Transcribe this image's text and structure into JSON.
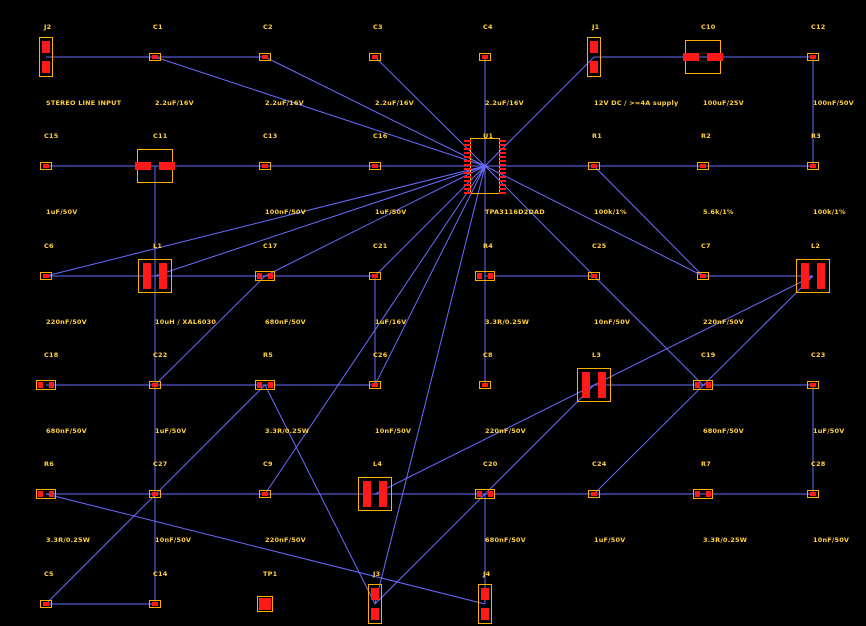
{
  "colors": {
    "background": "#000000",
    "ratsnest": "#6a6cff",
    "silkscreen": "#ffd23f",
    "outline": "#ffb000",
    "pad": "#ff1a1a"
  },
  "components": [
    {
      "ref": "J2",
      "value": "STEREO LINE INPUT"
    },
    {
      "ref": "C1",
      "value": "2.2uF/16V"
    },
    {
      "ref": "C2",
      "value": "2.2uF/16V"
    },
    {
      "ref": "C3",
      "value": "2.2uF/16V"
    },
    {
      "ref": "C4",
      "value": "2.2uF/16V"
    },
    {
      "ref": "J1",
      "value": "12V DC / >=4A supply"
    },
    {
      "ref": "C10",
      "value": "100uF/25V"
    },
    {
      "ref": "C12",
      "value": "100nF/50V"
    },
    {
      "ref": "C15",
      "value": "1uF/50V"
    },
    {
      "ref": "C11",
      "value": ""
    },
    {
      "ref": "C13",
      "value": "100nF/50V"
    },
    {
      "ref": "C16",
      "value": "1uF/50V"
    },
    {
      "ref": "U1",
      "value": "TPA3116D2DAD"
    },
    {
      "ref": "R1",
      "value": "100k/1%"
    },
    {
      "ref": "R2",
      "value": "5.6k/1%"
    },
    {
      "ref": "R3",
      "value": "100k/1%"
    },
    {
      "ref": "C6",
      "value": "220nF/50V"
    },
    {
      "ref": "L1",
      "value": "10uH / XAL6030"
    },
    {
      "ref": "C17",
      "value": "680nF/50V"
    },
    {
      "ref": "C21",
      "value": "1uF/16V"
    },
    {
      "ref": "R4",
      "value": "3.3R/0.25W"
    },
    {
      "ref": "C25",
      "value": "10nF/50V"
    },
    {
      "ref": "C7",
      "value": "220nF/50V"
    },
    {
      "ref": "L2",
      "value": ""
    },
    {
      "ref": "C18",
      "value": "680nF/50V"
    },
    {
      "ref": "C22",
      "value": "1uF/50V"
    },
    {
      "ref": "R5",
      "value": "3.3R/0.25W"
    },
    {
      "ref": "C26",
      "value": "10nF/50V"
    },
    {
      "ref": "C8",
      "value": "220nF/50V"
    },
    {
      "ref": "L3",
      "value": ""
    },
    {
      "ref": "C19",
      "value": "680nF/50V"
    },
    {
      "ref": "C23",
      "value": "1uF/50V"
    },
    {
      "ref": "R6",
      "value": "3.3R/0.25W"
    },
    {
      "ref": "C27",
      "value": "10nF/50V"
    },
    {
      "ref": "C9",
      "value": "220nF/50V"
    },
    {
      "ref": "L4",
      "value": ""
    },
    {
      "ref": "C20",
      "value": "680nF/50V"
    },
    {
      "ref": "C24",
      "value": "1uF/50V"
    },
    {
      "ref": "R7",
      "value": "3.3R/0.25W"
    },
    {
      "ref": "C28",
      "value": "10nF/50V"
    },
    {
      "ref": "C5",
      "value": ""
    },
    {
      "ref": "C14",
      "value": ""
    },
    {
      "ref": "TP1",
      "value": ""
    },
    {
      "ref": "J3",
      "value": ""
    },
    {
      "ref": "J4",
      "value": ""
    }
  ]
}
